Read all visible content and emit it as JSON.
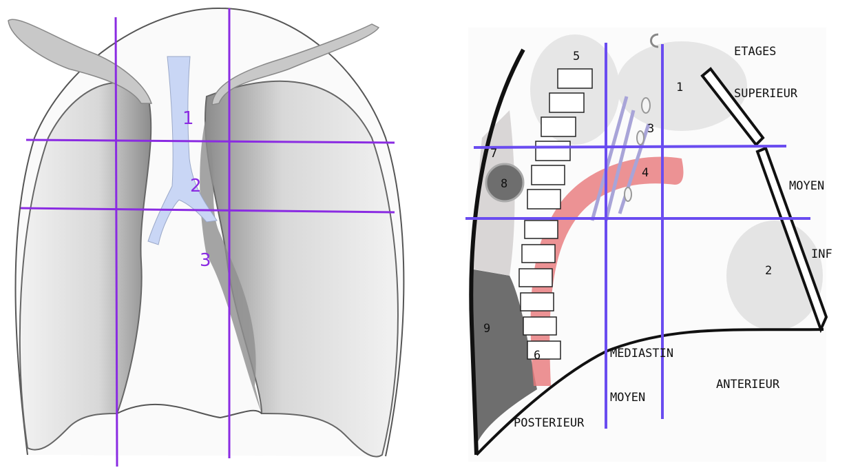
{
  "frontal": {
    "labels": [
      "1",
      "2",
      "3"
    ],
    "colors": {
      "divider": "#8a2be2",
      "trachea": "#c9d6f5",
      "label": "#8a2be2"
    }
  },
  "lateral": {
    "numbers": [
      "1",
      "2",
      "3",
      "4",
      "5",
      "6",
      "7",
      "8",
      "9"
    ],
    "etages": {
      "title": "ETAGES",
      "superieur": "SUPERIEUR",
      "moyen": "MOYEN",
      "inf": "INF"
    },
    "mediastin": {
      "title": "MEDIASTIN",
      "anterieur": "ANTERIEUR",
      "moyen": "MOYEN",
      "posterieur": "POSTERIEUR"
    },
    "colors": {
      "divider": "#6a4cf0",
      "aorta": "#e8787a",
      "bone": "#ffffff"
    }
  }
}
